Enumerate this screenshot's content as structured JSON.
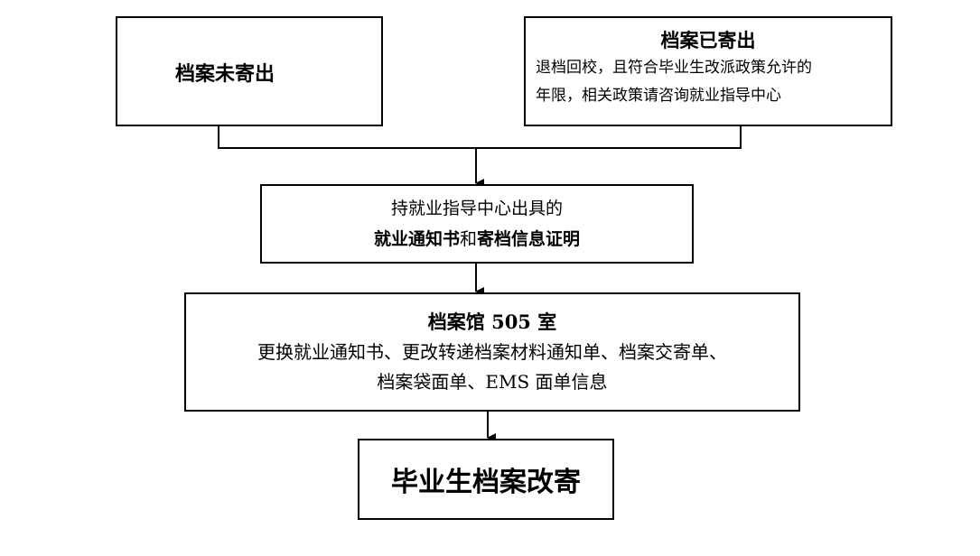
{
  "diagram": {
    "box_unsent": {
      "title": "档案未寄出"
    },
    "box_sent": {
      "title": "档案已寄出",
      "desc_line1": "退档回校，且符合毕业生改派政策允许的",
      "desc_line2": "年限，相关政策请咨询就业指导中心"
    },
    "box_proof": {
      "line1": "持就业指导中心出具的",
      "line2_bold_a": "就业通知书",
      "line2_mid": "和",
      "line2_bold_b": "寄档信息证明"
    },
    "box_room": {
      "title": "档案馆 505 室",
      "desc_line1": "更换就业通知书、更改转递档案材料通知单、档案交寄单、",
      "desc_line2": "档案袋面单、EMS 面单信息"
    },
    "box_final": {
      "title": "毕业生档案改寄"
    }
  }
}
